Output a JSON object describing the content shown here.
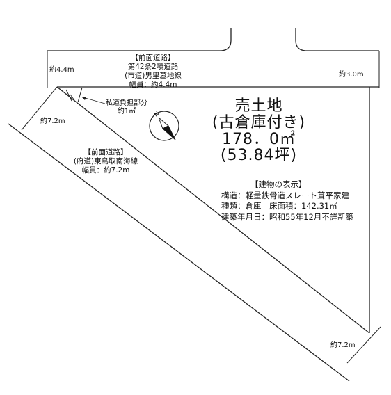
{
  "title": {
    "line1": "売土地",
    "line2": "(古倉庫付き)",
    "area_sqm": "178．0㎡",
    "area_tsubo": "(53.84坪)"
  },
  "north_road": {
    "heading": "【前面道路】",
    "type": "第42条2項道路",
    "name": "(市道)男里墓地線",
    "width": "幅員：約4.4m"
  },
  "west_road": {
    "heading": "【前面道路】",
    "name": "(府道)東鳥取南海線",
    "width": "幅員：約7.2m"
  },
  "private_road": {
    "line1": "私道負担部分",
    "line2": "約1㎡"
  },
  "dimensions": {
    "north_left": "約4.4m",
    "north_right": "約3.0m",
    "west_width": "約7.2m",
    "bottom_width": "約7.2m"
  },
  "building": {
    "heading": "【建物の表示】",
    "structure": "構造：軽量鉄骨造スレート葺平家建",
    "type_area": "種類：倉庫　床面積：142.31㎡",
    "built": "建築年月日：昭和55年12月不詳新築"
  },
  "compass": {
    "label": "N"
  }
}
